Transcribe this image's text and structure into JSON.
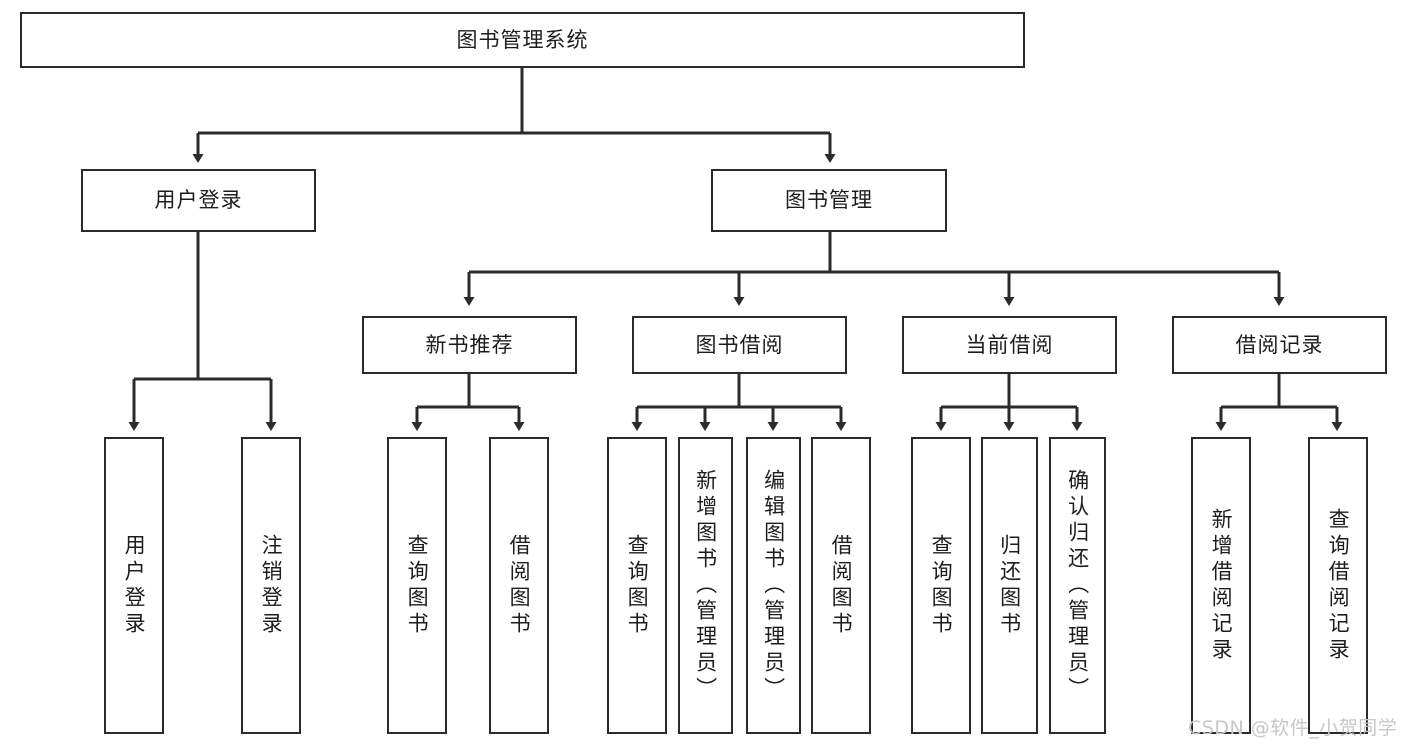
{
  "diagram": {
    "title": "图书管理系统",
    "watermark": "CSDN @软件_小贺同学",
    "line_color": "#2b2b2b",
    "box_fill": "#ffffff",
    "text_color": "#1d1d1d",
    "watermark_color": "#c7c7c7",
    "root": {
      "id": "root",
      "label": "图书管理系统"
    },
    "level2": [
      {
        "id": "user-login",
        "label": "用户登录"
      },
      {
        "id": "book-management",
        "label": "图书管理"
      }
    ],
    "level3": [
      {
        "id": "new-book-recommend",
        "label": "新书推荐",
        "parent": "book-management"
      },
      {
        "id": "book-borrow",
        "label": "图书借阅",
        "parent": "book-management"
      },
      {
        "id": "current-borrow",
        "label": "当前借阅",
        "parent": "book-management"
      },
      {
        "id": "borrow-record",
        "label": "借阅记录",
        "parent": "book-management"
      }
    ],
    "leaves": [
      {
        "id": "leaf-user-login",
        "label": "用户登录",
        "parent": "user-login"
      },
      {
        "id": "leaf-logout-login",
        "label": "注销登录",
        "parent": "user-login"
      },
      {
        "id": "leaf-query-book-1",
        "label": "查询图书",
        "parent": "new-book-recommend"
      },
      {
        "id": "leaf-borrow-book-1",
        "label": "借阅图书",
        "parent": "new-book-recommend"
      },
      {
        "id": "leaf-query-book-2",
        "label": "查询图书",
        "parent": "book-borrow"
      },
      {
        "id": "leaf-add-book",
        "label": "新增图书（管理员）",
        "parent": "book-borrow"
      },
      {
        "id": "leaf-edit-book",
        "label": "编辑图书（管理员）",
        "parent": "book-borrow"
      },
      {
        "id": "leaf-borrow-book-2",
        "label": "借阅图书",
        "parent": "book-borrow"
      },
      {
        "id": "leaf-query-book-3",
        "label": "查询图书",
        "parent": "current-borrow"
      },
      {
        "id": "leaf-return-book",
        "label": "归还图书",
        "parent": "current-borrow"
      },
      {
        "id": "leaf-confirm-return",
        "label": "确认归还（管理员）",
        "parent": "current-borrow"
      },
      {
        "id": "leaf-add-borrow-record",
        "label": "新增借阅记录",
        "parent": "borrow-record"
      },
      {
        "id": "leaf-query-borrow-record",
        "label": "查询借阅记录",
        "parent": "borrow-record"
      }
    ]
  },
  "chart_data": {
    "type": "diagram",
    "diagram_kind": "hierarchy-tree",
    "title": "图书管理系统",
    "nodes": [
      {
        "id": "root",
        "label": "图书管理系统",
        "level": 1
      },
      {
        "id": "user-login",
        "label": "用户登录",
        "level": 2
      },
      {
        "id": "book-management",
        "label": "图书管理",
        "level": 2
      },
      {
        "id": "new-book-recommend",
        "label": "新书推荐",
        "level": 3
      },
      {
        "id": "book-borrow",
        "label": "图书借阅",
        "level": 3
      },
      {
        "id": "current-borrow",
        "label": "当前借阅",
        "level": 3
      },
      {
        "id": "borrow-record",
        "label": "借阅记录",
        "level": 3
      },
      {
        "id": "leaf-user-login",
        "label": "用户登录",
        "level": 4
      },
      {
        "id": "leaf-logout-login",
        "label": "注销登录",
        "level": 4
      },
      {
        "id": "leaf-query-book-1",
        "label": "查询图书",
        "level": 4
      },
      {
        "id": "leaf-borrow-book-1",
        "label": "借阅图书",
        "level": 4
      },
      {
        "id": "leaf-query-book-2",
        "label": "查询图书",
        "level": 4
      },
      {
        "id": "leaf-add-book",
        "label": "新增图书（管理员）",
        "level": 4
      },
      {
        "id": "leaf-edit-book",
        "label": "编辑图书（管理员）",
        "level": 4
      },
      {
        "id": "leaf-borrow-book-2",
        "label": "借阅图书",
        "level": 4
      },
      {
        "id": "leaf-query-book-3",
        "label": "查询图书",
        "level": 4
      },
      {
        "id": "leaf-return-book",
        "label": "归还图书",
        "level": 4
      },
      {
        "id": "leaf-confirm-return",
        "label": "确认归还（管理员）",
        "level": 4
      },
      {
        "id": "leaf-add-borrow-record",
        "label": "新增借阅记录",
        "level": 4
      },
      {
        "id": "leaf-query-borrow-record",
        "label": "查询借阅记录",
        "level": 4
      }
    ],
    "edges": [
      {
        "from": "root",
        "to": "user-login"
      },
      {
        "from": "root",
        "to": "book-management"
      },
      {
        "from": "book-management",
        "to": "new-book-recommend"
      },
      {
        "from": "book-management",
        "to": "book-borrow"
      },
      {
        "from": "book-management",
        "to": "current-borrow"
      },
      {
        "from": "book-management",
        "to": "borrow-record"
      },
      {
        "from": "user-login",
        "to": "leaf-user-login"
      },
      {
        "from": "user-login",
        "to": "leaf-logout-login"
      },
      {
        "from": "new-book-recommend",
        "to": "leaf-query-book-1"
      },
      {
        "from": "new-book-recommend",
        "to": "leaf-borrow-book-1"
      },
      {
        "from": "book-borrow",
        "to": "leaf-query-book-2"
      },
      {
        "from": "book-borrow",
        "to": "leaf-add-book"
      },
      {
        "from": "book-borrow",
        "to": "leaf-edit-book"
      },
      {
        "from": "book-borrow",
        "to": "leaf-borrow-book-2"
      },
      {
        "from": "current-borrow",
        "to": "leaf-query-book-3"
      },
      {
        "from": "current-borrow",
        "to": "leaf-return-book"
      },
      {
        "from": "current-borrow",
        "to": "leaf-confirm-return"
      },
      {
        "from": "borrow-record",
        "to": "leaf-add-borrow-record"
      },
      {
        "from": "borrow-record",
        "to": "leaf-query-borrow-record"
      }
    ]
  }
}
